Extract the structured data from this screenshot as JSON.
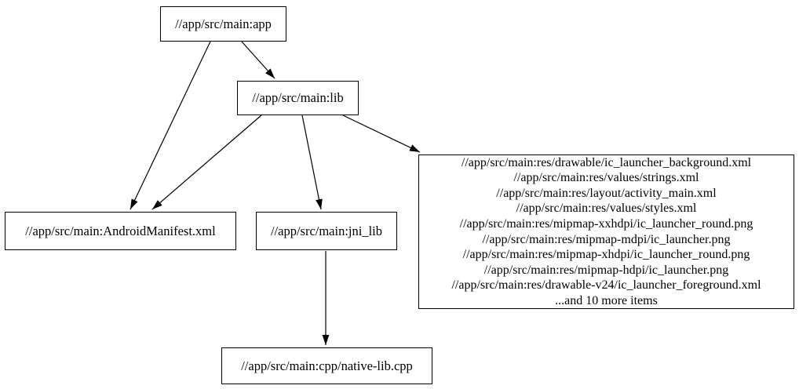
{
  "graph": {
    "background_color": "#ffffff",
    "node_border_color": "#000000",
    "text_color": "#000000",
    "nodes": {
      "app": {
        "label": "//app/src/main:app"
      },
      "lib": {
        "label": "//app/src/main:lib"
      },
      "manifest": {
        "label": "//app/src/main:AndroidManifest.xml"
      },
      "jni_lib": {
        "label": "//app/src/main:jni_lib"
      },
      "native": {
        "label": "//app/src/main:cpp/native-lib.cpp"
      },
      "res": {
        "lines": [
          "//app/src/main:res/drawable/ic_launcher_background.xml",
          "//app/src/main:res/values/strings.xml",
          "//app/src/main:res/layout/activity_main.xml",
          "//app/src/main:res/values/styles.xml",
          "//app/src/main:res/mipmap-xxhdpi/ic_launcher_round.png",
          "//app/src/main:res/mipmap-mdpi/ic_launcher.png",
          "//app/src/main:res/mipmap-xhdpi/ic_launcher_round.png",
          "//app/src/main:res/mipmap-hdpi/ic_launcher.png",
          "//app/src/main:res/drawable-v24/ic_launcher_foreground.xml",
          "...and 10 more items"
        ]
      }
    },
    "edges": [
      {
        "from": "app",
        "to": "lib"
      },
      {
        "from": "app",
        "to": "manifest"
      },
      {
        "from": "lib",
        "to": "manifest"
      },
      {
        "from": "lib",
        "to": "jni_lib"
      },
      {
        "from": "lib",
        "to": "res"
      },
      {
        "from": "jni_lib",
        "to": "native"
      }
    ]
  }
}
